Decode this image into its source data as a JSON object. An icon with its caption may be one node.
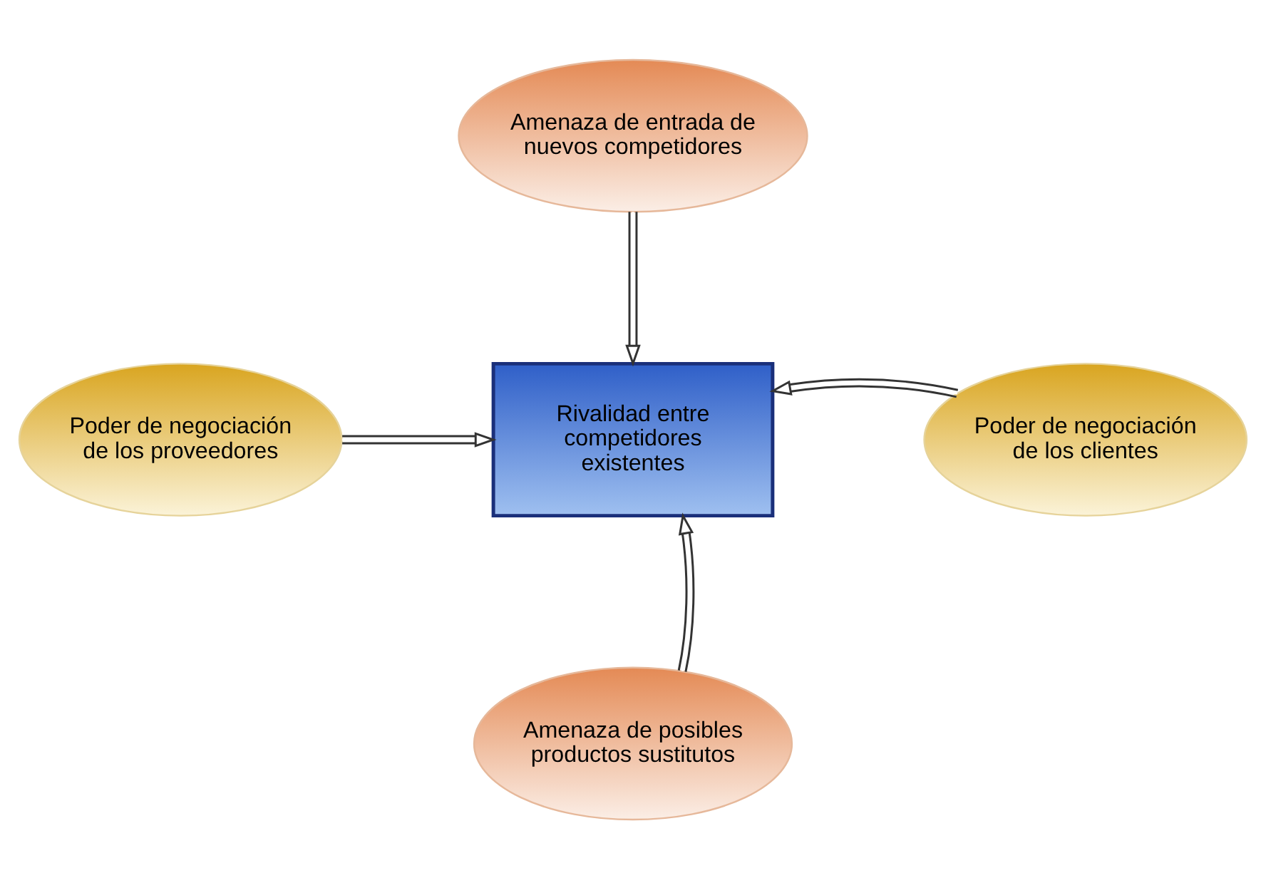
{
  "diagram": {
    "nodes": [
      {
        "text": [
          "Amenaza de entrada de nuevos competidores"
        ]
      },
      {
        "text": [
          "Poder de negociación de los proveedores"
        ]
      },
      {
        "text": [
          "Rivalidad entre competidores existentes"
        ]
      },
      {
        "text": [
          "Poder de negociación de los clientes"
        ]
      },
      {
        "text": [
          "Amenaza de posibles productos sustitutos"
        ]
      }
    ],
    "edges": [
      {
        "from": 0,
        "to": 2,
        "arrow": "to"
      },
      {
        "from": 1,
        "to": 2,
        "arrow": "to"
      },
      {
        "from": 3,
        "to": 2,
        "arrow": "to"
      },
      {
        "from": 4,
        "to": 2,
        "arrow": "to"
      }
    ]
  }
}
